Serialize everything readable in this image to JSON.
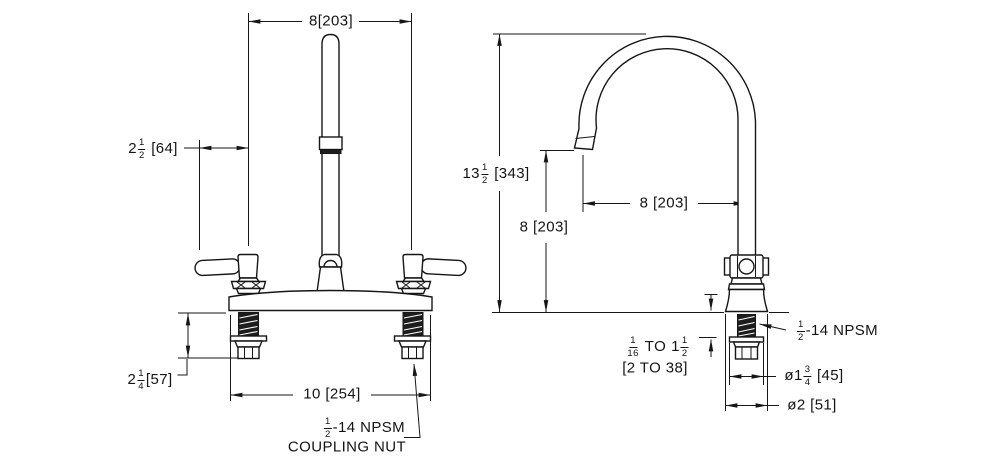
{
  "front_view": {
    "dim_spout_spread": "8[203]",
    "dim_handle_offset": {
      "pre": "2",
      "num": "1",
      "den": "2",
      "post": " [64]"
    },
    "dim_under_deck": {
      "pre": "2",
      "num": "1",
      "den": "4",
      "post": "[57]"
    },
    "dim_deck_width": "10 [254]",
    "coupling_nut": {
      "num": "1",
      "den": "2",
      "post": "-14 NPSM",
      "line2": "COUPLING NUT"
    }
  },
  "side_view": {
    "dim_overall_height": {
      "pre": "13",
      "num": "1",
      "den": "2",
      "post": " [343]"
    },
    "dim_spout_outlet_height": "8 [203]",
    "dim_spout_reach": "8 [203]",
    "shank_thread": {
      "num": "1",
      "den": "2",
      "post": "-14 NPSM"
    },
    "deck_thickness": {
      "num1": "1",
      "den1": "16",
      "mid": "TO",
      "pre2": "1",
      "num2": "1",
      "den2": "2",
      "line2": "[2 TO 38]"
    },
    "dia_washer": {
      "pre": "ø1",
      "num": "3",
      "den": "4",
      "post": " [45]"
    },
    "dia_base": "ø2 [51]"
  }
}
